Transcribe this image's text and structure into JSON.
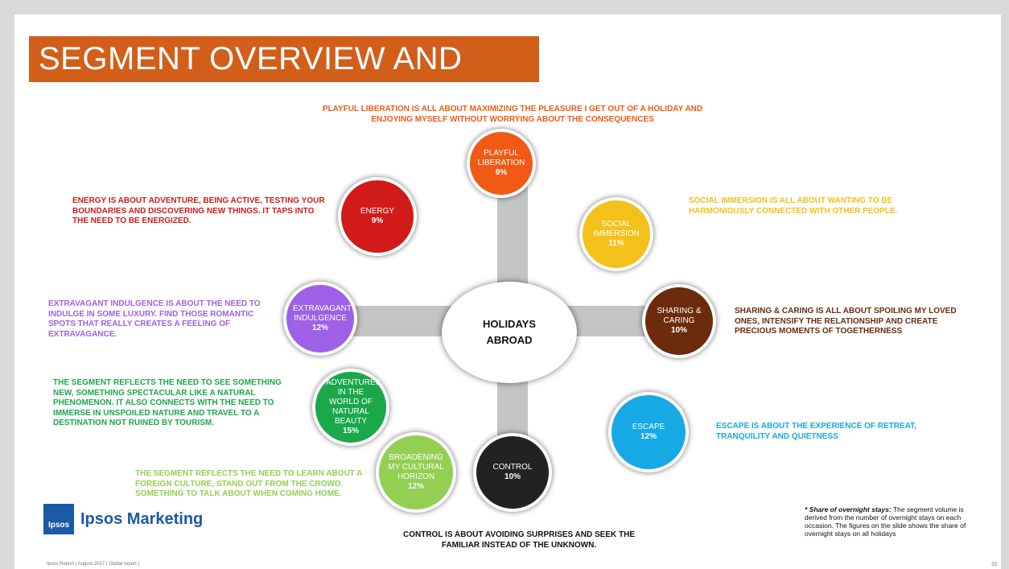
{
  "title": "SEGMENT OVERVIEW AND SIZE",
  "hub": {
    "line1": "HOLIDAYS",
    "line2": "ABROAD"
  },
  "segments": [
    {
      "name": "PLAYFUL LIBERATION",
      "pct": "9%",
      "color": "#f05a14",
      "desc": "PLAYFUL LIBERATION IS ALL ABOUT MAXIMIZING THE PLEASURE I GET OUT OF A HOLIDAY AND ENJOYING MYSELF WITHOUT WORRYING ABOUT THE CONSEQUENCES"
    },
    {
      "name": "SOCIAL IMMERSION",
      "pct": "11%",
      "color": "#f3c119",
      "desc": "SOCIAL IMMERSION IS ALL ABOUT WANTING TO BE HARMONIOUSLY CONNECTED WITH OTHER PEOPLE."
    },
    {
      "name": "SHARING & CARING",
      "pct": "10%",
      "color": "#6b2b0c",
      "desc": "SHARING & CARING IS ALL ABOUT SPOILING MY LOVED ONES, INTENSIFY THE RELATIONSHIP AND CREATE PRECIOUS MOMENTS OF TOGETHERNESS"
    },
    {
      "name": "ESCAPE",
      "pct": "12%",
      "color": "#16a9e6",
      "desc": "ESCAPE IS ABOUT THE EXPERIENCE OF RETREAT, TRANQUILITY AND QUIETNESS"
    },
    {
      "name": "CONTROL",
      "pct": "10%",
      "color": "#222222",
      "desc": "CONTROL IS ABOUT AVOIDING SURPRISES AND SEEK THE FAMILIAR INSTEAD OF THE UNKNOWN."
    },
    {
      "name": "BROADENING MY CULTURAL HORIZON",
      "pct": "12%",
      "color": "#92cf52",
      "desc": "THE SEGMENT REFLECTS THE NEED TO LEARN ABOUT A FOREIGN CULTURE, STAND OUT FROM THE CROWD. SOMETHING TO TALK ABOUT WHEN COMING HOME."
    },
    {
      "name": "ADVENTURES IN THE WORLD OF NATURAL BEAUTY",
      "pct": "15%",
      "color": "#1aa84a",
      "desc": "THE SEGMENT REFLECTS THE NEED TO SEE SOMETHING NEW, SOMETHING SPECTACULAR LIKE A NATURAL PHENOMENON. IT ALSO CONNECTS WITH THE NEED TO IMMERSE IN UNSPOILED NATURE AND TRAVEL TO A DESTINATION NOT RUINED BY TOURISM."
    },
    {
      "name": "EXTRAVAGANT INDULGENCE",
      "pct": "12%",
      "color": "#9e60e6",
      "desc": "EXTRAVAGANT INDULGENCE IS ABOUT THE NEED TO INDULGE IN SOME LUXURY. FIND THOSE ROMANTIC SPOTS THAT REALLY CREATES A FEELING OF EXTRAVAGANCE."
    },
    {
      "name": "ENERGY",
      "pct": "9%",
      "color": "#d11a1a",
      "desc": "ENERGY IS ABOUT ADVENTURE, BEING ACTIVE, TESTING YOUR BOUNDARIES AND DISCOVERING NEW THINGS. IT TAPS INTO THE NEED TO BE ENERGIZED."
    }
  ],
  "logo": {
    "box": "Ipsos",
    "text": "Ipsos Marketing"
  },
  "note": {
    "bold": "* Share of overnight stays:",
    "text": " The segment volume is derived from the number of overnight stays on each occasion. The figures on the slide shows the share of overnight stays on all holidays"
  },
  "footer": "Ipsos Report | August 2017 | Global report |",
  "page": "31"
}
